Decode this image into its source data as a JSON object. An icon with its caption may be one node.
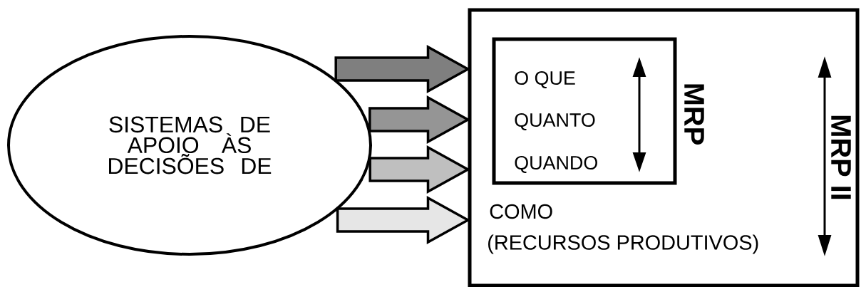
{
  "diagram": {
    "nodes": [
      {
        "text": [
          "SISTEMAS DE APOIO ÀS DECISÕES DE"
        ]
      },
      {
        "text": [
          "COMO",
          "(RECURSOS PRODUTIVOS)",
          "MRP II"
        ]
      },
      {
        "text": [
          "O QUE",
          "QUANTO",
          "QUANDO",
          "MRP"
        ],
        "in": 1
      }
    ],
    "edges": [
      {
        "from": 0,
        "to": 1,
        "arrow": "to",
        "color": "#7f7f7f"
      },
      {
        "from": 0,
        "to": 1,
        "arrow": "to",
        "color": "#959595"
      },
      {
        "from": 0,
        "to": 1,
        "arrow": "to",
        "color": "#bfbfbf"
      },
      {
        "from": 0,
        "to": 1,
        "arrow": "to",
        "color": "#e6e6e6"
      }
    ]
  }
}
